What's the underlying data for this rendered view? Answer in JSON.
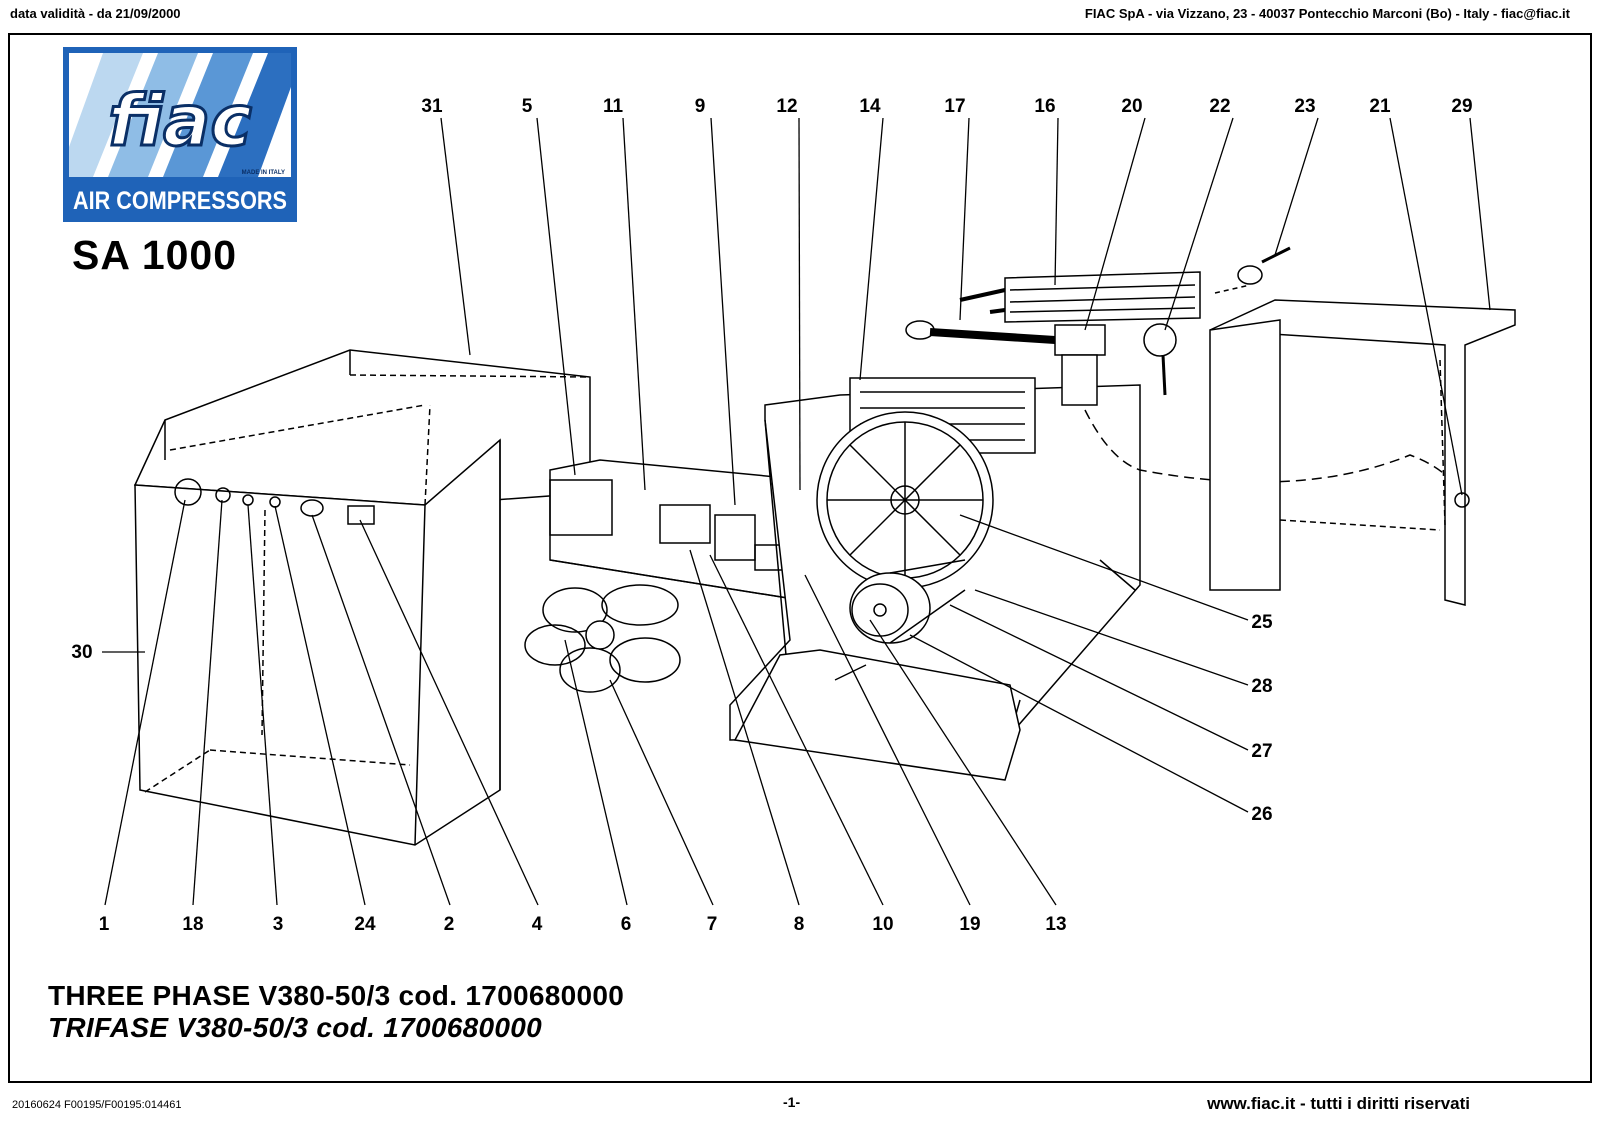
{
  "header": {
    "left": "data validità - da 21/09/2000",
    "right": "FIAC SpA - via Vizzano, 23 - 40037 Pontecchio Marconi (Bo) - Italy - fiac@fiac.it"
  },
  "logo": {
    "brand": "fiac",
    "made_in": "MADE IN ITALY",
    "tagline": "AIR COMPRESSORS"
  },
  "model": "SA 1000",
  "callouts": [
    "31",
    "5",
    "11",
    "9",
    "12",
    "14",
    "17",
    "16",
    "20",
    "22",
    "23",
    "21",
    "29",
    "30",
    "25",
    "28",
    "27",
    "26",
    "1",
    "18",
    "3",
    "24",
    "2",
    "4",
    "6",
    "7",
    "8",
    "10",
    "19",
    "13"
  ],
  "title_en": "THREE PHASE V380-50/3 cod. 1700680000",
  "title_it": "TRIFASE V380-50/3 cod. 1700680000",
  "footer": {
    "code": "20160624 F00195/F00195:014461",
    "page": "-1-",
    "web": "www.fiac.it - tutti i diritti riservati"
  },
  "colors": {
    "logo_blue": "#1f63b8",
    "logo_light": "#bcd8f0",
    "ink": "#000000"
  }
}
